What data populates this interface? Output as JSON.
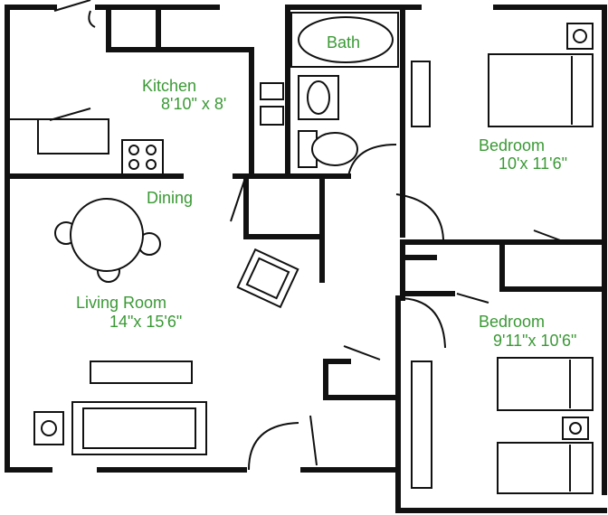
{
  "rooms": {
    "kitchen": {
      "name": "Kitchen",
      "size": "8'10\" x 8'"
    },
    "bath": {
      "name": "Bath"
    },
    "bedroom1": {
      "name": "Bedroom",
      "size": "10'x 11'6\""
    },
    "dining": {
      "name": "Dining"
    },
    "living": {
      "name": "Living Room",
      "size": "14\"x 15'6\""
    },
    "bedroom2": {
      "name": "Bedroom",
      "size": "9'11\"x 10'6\""
    }
  },
  "colors": {
    "label": "#3a9a35",
    "walls": "#111111",
    "background": "#ffffff"
  }
}
